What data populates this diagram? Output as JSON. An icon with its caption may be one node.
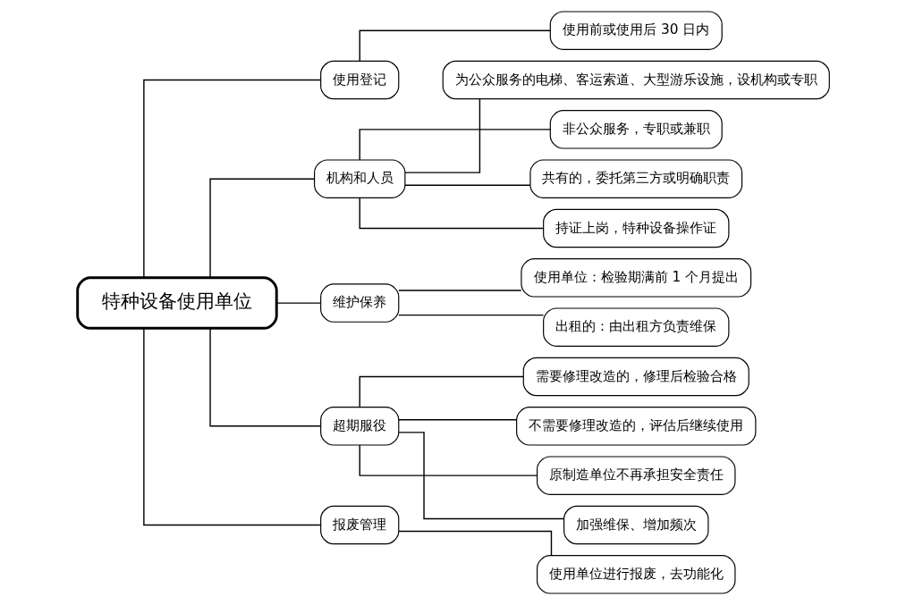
{
  "diagram": {
    "nodes": [
      {
        "text": [
          "特种设备使用单位"
        ]
      },
      {
        "text": [
          "使用登记"
        ]
      },
      {
        "text": [
          "使用前或使用后 30 日内"
        ]
      },
      {
        "text": [
          "机构和人员"
        ]
      },
      {
        "text": [
          "为公众服务的电梯、客运索道、大型游乐设施，设机构或专职"
        ]
      },
      {
        "text": [
          "非公众服务，专职或兼职"
        ]
      },
      {
        "text": [
          "共有的，委托第三方或明确职责"
        ]
      },
      {
        "text": [
          "持证上岗，特种设备操作证"
        ]
      },
      {
        "text": [
          "维护保养"
        ]
      },
      {
        "text": [
          "使用单位：检验期满前 1 个月提出"
        ]
      },
      {
        "text": [
          "出租的：由出租方负责维保"
        ]
      },
      {
        "text": [
          "超期服役"
        ]
      },
      {
        "text": [
          "需要修理改造的，修理后检验合格"
        ]
      },
      {
        "text": [
          "不需要修理改造的，评估后继续使用"
        ]
      },
      {
        "text": [
          "原制造单位不再承担安全责任"
        ]
      },
      {
        "text": [
          "加强维保、增加频次"
        ]
      },
      {
        "text": [
          "报废管理"
        ]
      },
      {
        "text": [
          "使用单位进行报废，去功能化"
        ]
      }
    ],
    "edges": [
      {
        "from": 0,
        "to": 1,
        "arrow": "none"
      },
      {
        "from": 1,
        "to": 2,
        "arrow": "none"
      },
      {
        "from": 0,
        "to": 3,
        "arrow": "none"
      },
      {
        "from": 3,
        "to": 4,
        "arrow": "none"
      },
      {
        "from": 3,
        "to": 5,
        "arrow": "none"
      },
      {
        "from": 3,
        "to": 6,
        "arrow": "none"
      },
      {
        "from": 3,
        "to": 7,
        "arrow": "none"
      },
      {
        "from": 0,
        "to": 8,
        "arrow": "none"
      },
      {
        "from": 8,
        "to": 9,
        "arrow": "none"
      },
      {
        "from": 8,
        "to": 10,
        "arrow": "none"
      },
      {
        "from": 0,
        "to": 11,
        "arrow": "none"
      },
      {
        "from": 11,
        "to": 12,
        "arrow": "none"
      },
      {
        "from": 11,
        "to": 13,
        "arrow": "none"
      },
      {
        "from": 11,
        "to": 14,
        "arrow": "none"
      },
      {
        "from": 11,
        "to": 15,
        "arrow": "none"
      },
      {
        "from": 0,
        "to": 16,
        "arrow": "none"
      },
      {
        "from": 16,
        "to": 17,
        "arrow": "none"
      }
    ]
  }
}
